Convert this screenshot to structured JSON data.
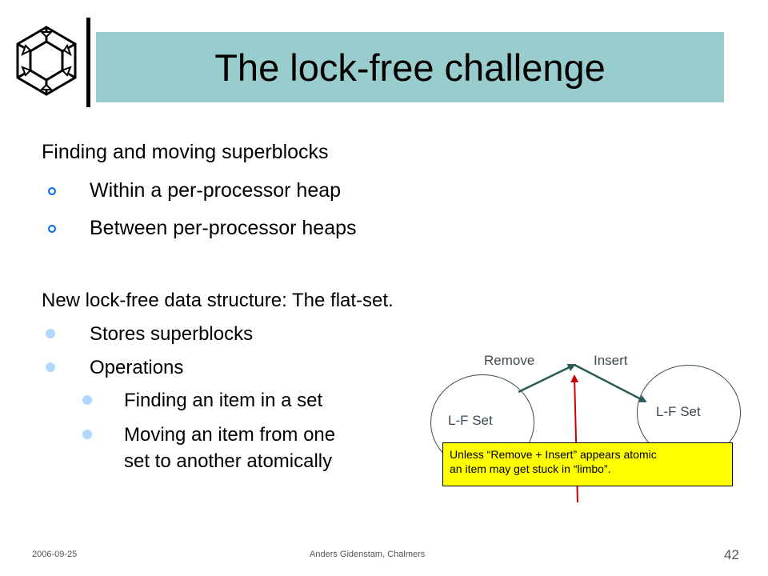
{
  "slide": {
    "title": "The lock-free challenge",
    "heading1": "Finding and moving superblocks",
    "sub1": [
      "Within a per-processor heap",
      "Between per-processor heaps"
    ],
    "heading2": "New lock-free data structure: The flat-set.",
    "sub2": [
      "Stores superblocks",
      "Operations"
    ],
    "sub3": [
      "Finding an item in a set",
      "Moving an item from one",
      "set to another atomically"
    ]
  },
  "diagram": {
    "left_set": "L-F Set",
    "right_set": "L-F Set",
    "remove": "Remove",
    "insert": "Insert",
    "note_line1": "Unless “Remove + Insert” appears atomic",
    "note_line2": "an item may get stuck in “limbo”."
  },
  "footer": {
    "date": "2006-09-25",
    "author": "Anders Gidenstam, Chalmers",
    "page": "42"
  },
  "colors": {
    "title_bg": "#99cccc",
    "note_bg": "#ffff00",
    "arrow_dark": "#2a5a55",
    "arrow_red": "#cc0000",
    "ring_bullet": "#0066ff"
  },
  "icons": [
    "chalmers-logo-icon"
  ]
}
